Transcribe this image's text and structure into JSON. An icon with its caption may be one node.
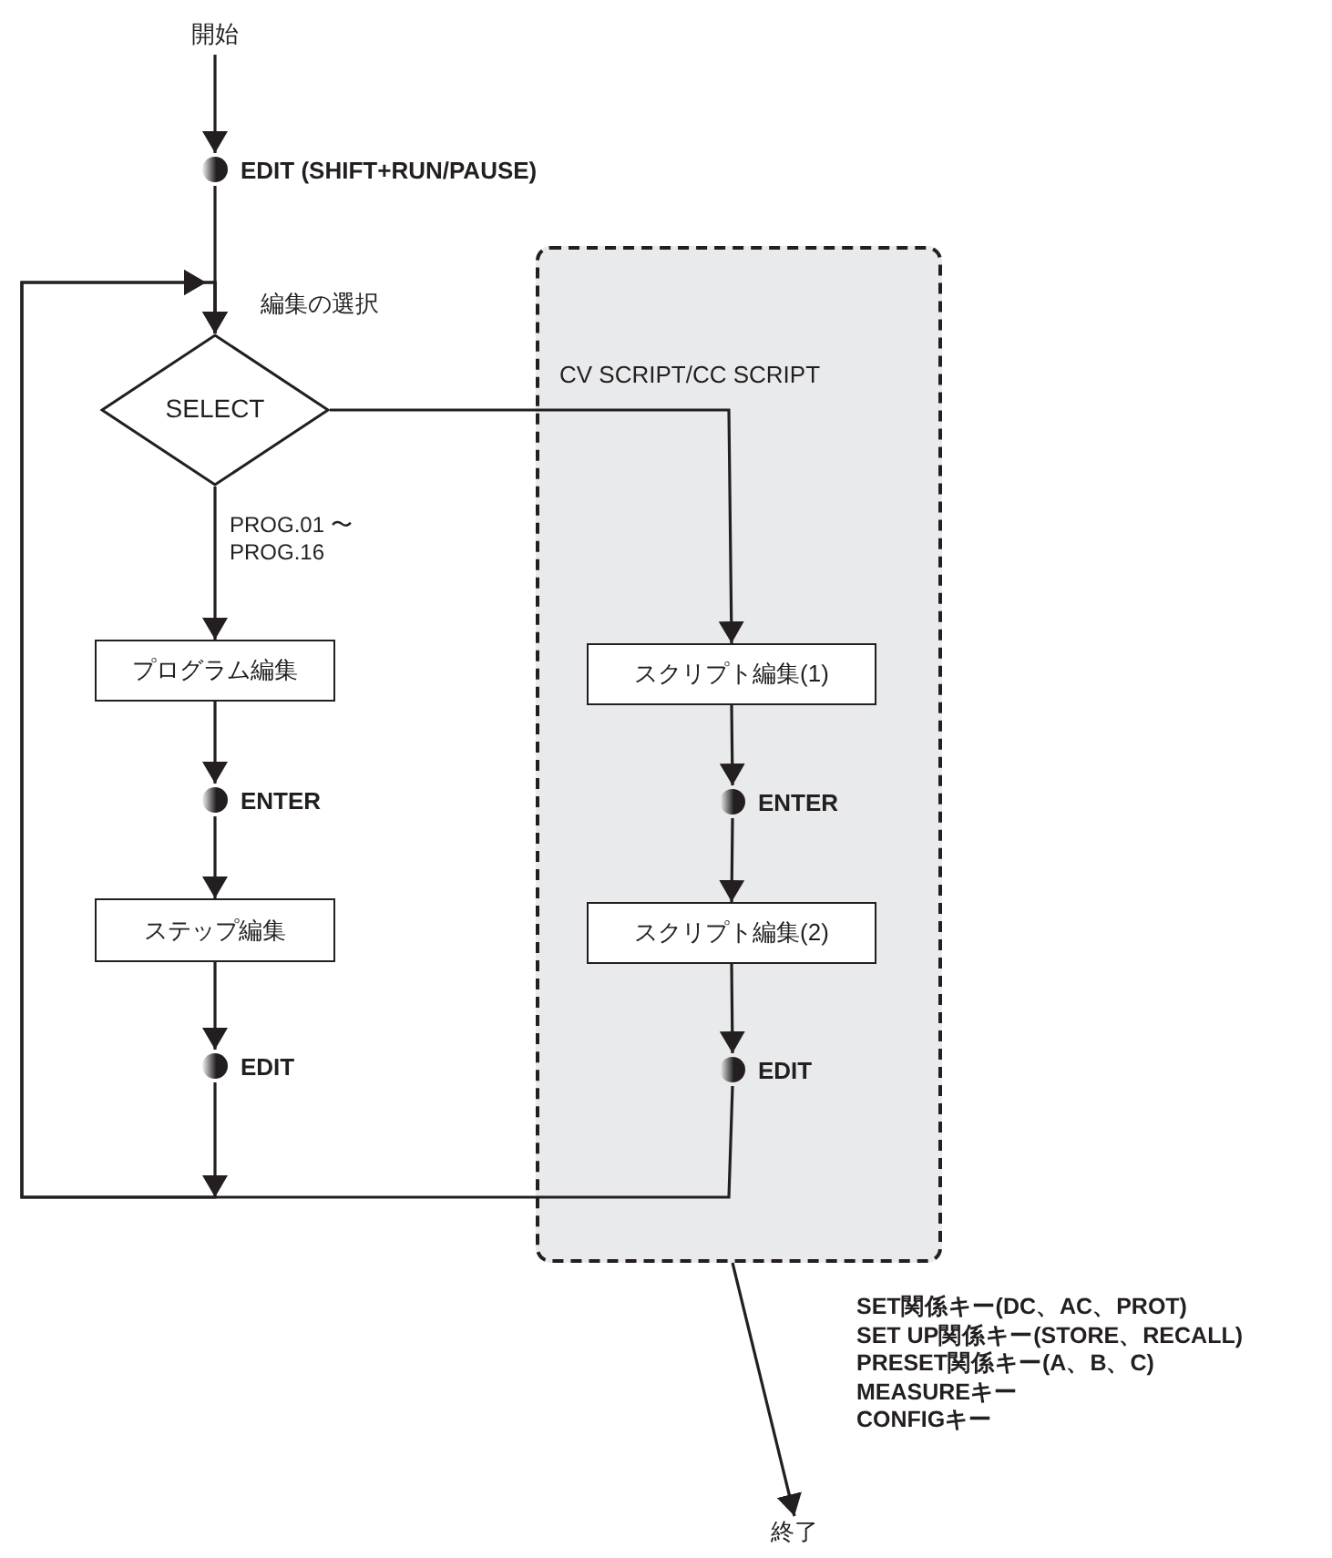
{
  "diagram": {
    "nodes": [
      {
        "text": [
          "開始"
        ]
      },
      {
        "text": [
          "EDIT (SHIFT+RUN/PAUSE)"
        ]
      },
      {
        "text": [
          "SELECT"
        ],
        "beside": [
          "編集の選択"
        ]
      },
      {
        "text": [
          "プログラム編集"
        ]
      },
      {
        "text": [
          "ENTER"
        ]
      },
      {
        "text": [
          "ステップ編集"
        ]
      },
      {
        "text": [
          "EDIT"
        ]
      },
      {
        "text": [],
        "shape": "box"
      },
      {
        "text": [
          "スクリプト編集(1)"
        ],
        "in": 7
      },
      {
        "text": [
          "ENTER"
        ],
        "in": 7
      },
      {
        "text": [
          "スクリプト編集(2)"
        ],
        "in": 7
      },
      {
        "text": [
          "EDIT"
        ],
        "in": 7
      },
      {
        "text": [
          "終了"
        ]
      }
    ],
    "edges": [
      {
        "from": 0,
        "to": 1,
        "arrow": "to"
      },
      {
        "from": 1,
        "to": 2,
        "arrow": "to"
      },
      {
        "from": 2,
        "to": 3,
        "arrow": "to",
        "label": "PROG.01 〜PROG.16"
      },
      {
        "from": 3,
        "to": 4,
        "arrow": "to"
      },
      {
        "from": 4,
        "to": 5,
        "arrow": "to"
      },
      {
        "from": 5,
        "to": 6,
        "arrow": "to"
      },
      {
        "from": 6,
        "to": 2,
        "arrow": "to"
      },
      {
        "from": 2,
        "to": 8,
        "arrow": "to",
        "label": "CV SCRIPT/CC SCRIPT"
      },
      {
        "from": 8,
        "to": 9,
        "arrow": "to"
      },
      {
        "from": 9,
        "to": 10,
        "arrow": "to"
      },
      {
        "from": 10,
        "to": 11,
        "arrow": "to"
      },
      {
        "from": 11,
        "to": 2,
        "arrow": "to"
      },
      {
        "from": 7,
        "to": 12,
        "arrow": "to"
      }
    ],
    "labels": [
      "SET関係キー(DC、AC、PROT)",
      "SET UP関係キー(STORE、RECALL)",
      "PRESET関係キー(A、B、C)",
      "MEASUREキー",
      "CONFIGキー"
    ]
  }
}
